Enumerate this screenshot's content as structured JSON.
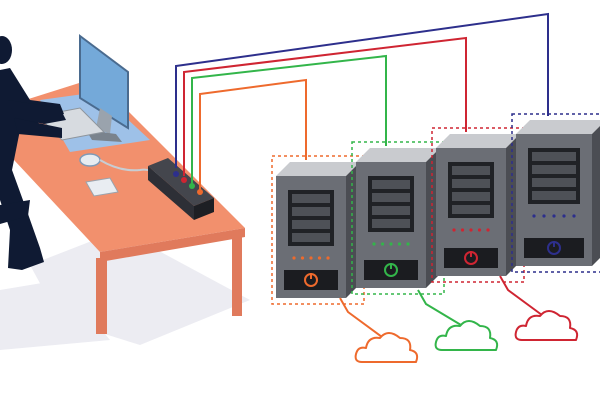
{
  "illustration": {
    "subject": "kvm-switch-server-management",
    "power_icon": "power-icon",
    "cloud_icon": "cloud-outline-icon",
    "person_icon": "user-silhouette-icon"
  },
  "colors": {
    "background": "#ffffff",
    "desk_top": "#f2906d",
    "desk_legs": "#e07a5c",
    "floor_shadow": "#e9e9ef",
    "mouse_pad": "#9ec1e8",
    "monitor_screen": "#74a9d9",
    "person": "#0f1a33",
    "kvm_box": "#2d2f36",
    "cable_orange": "#ee6a2d",
    "cable_green": "#33b54a",
    "cable_red": "#cf2532",
    "cable_blue": "#2d2f8c",
    "server_body": "#6b6e75",
    "server_top": "#c9cbcf"
  },
  "servers": [
    {
      "id": "server-1",
      "accent": "#ee6a2d",
      "accent_name": "orange"
    },
    {
      "id": "server-2",
      "accent": "#33b54a",
      "accent_name": "green"
    },
    {
      "id": "server-3",
      "accent": "#cf2532",
      "accent_name": "red"
    },
    {
      "id": "server-4",
      "accent": "#2d2f8c",
      "accent_name": "blue"
    }
  ]
}
